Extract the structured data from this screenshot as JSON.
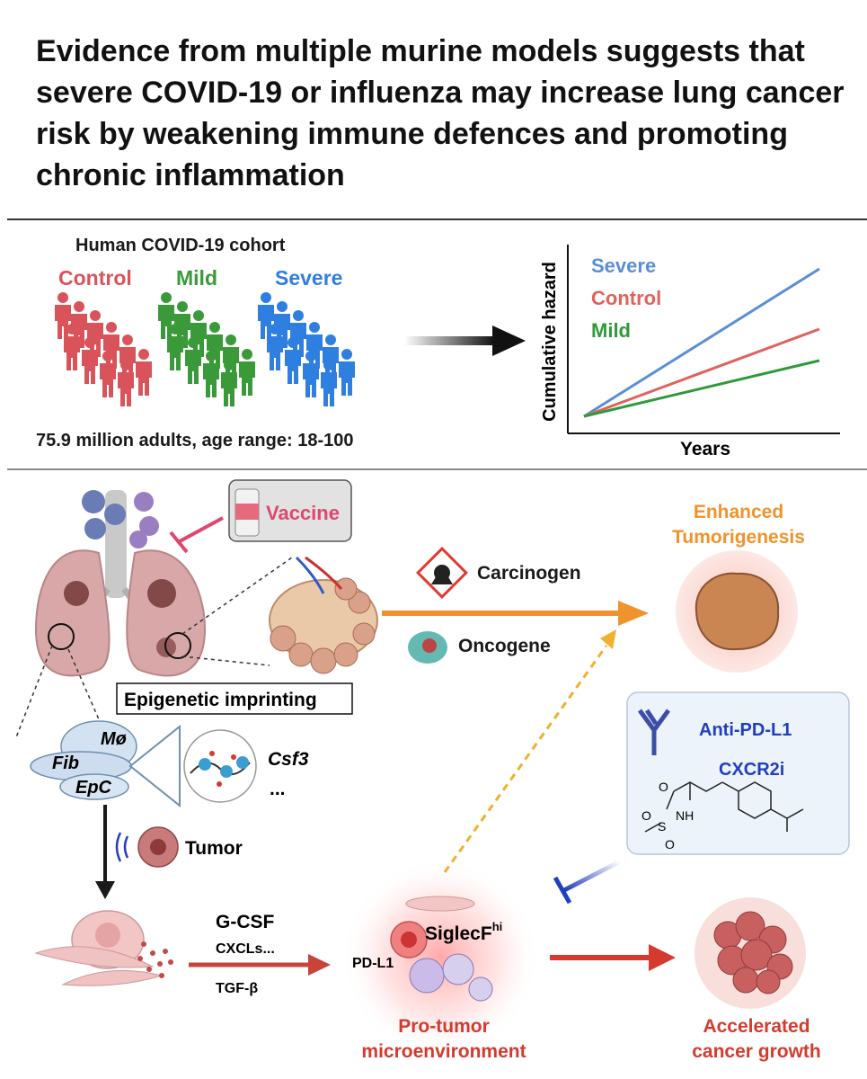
{
  "headline": "Evidence from multiple murine models suggests that severe COVID-19 or influenza may increase lung cancer risk by weakening immune defences and promoting chronic inflammation",
  "cohort": {
    "title": "Human COVID-19 cohort",
    "groups": [
      {
        "label": "Control",
        "color": "#d9545a"
      },
      {
        "label": "Mild",
        "color": "#3a9a3a"
      },
      {
        "label": "Severe",
        "color": "#2f7fe0"
      }
    ],
    "caption": "75.9 million adults, age range: 18-100"
  },
  "hazard_plot": {
    "ylabel": "Cumulative hazard",
    "xlabel": "Years",
    "legend": [
      {
        "label": "Severe",
        "color": "#5a8ed6"
      },
      {
        "label": "Control",
        "color": "#e0625d"
      },
      {
        "label": "Mild",
        "color": "#2e9a3a"
      }
    ]
  },
  "mechanism": {
    "vaccine": "Vaccine",
    "enhanced_tumorigenesis": "Enhanced Tumorigenesis",
    "carcinogen": "Carcinogen",
    "oncogene": "Oncogene",
    "epigenetic": "Epigenetic imprinting",
    "mo": "Mø",
    "fib": "Fib",
    "epc": "EpC",
    "csf3": "Csf3",
    "ellipsis": "...",
    "tumor": "Tumor",
    "anti_pdl1": "Anti-PD-L1",
    "cxcr2i": "CXCR2i",
    "gcsf": "G-CSF",
    "cxcls": "CXCLs...",
    "tgfb": "TGF-β",
    "siglec_main": "SiglecF",
    "siglec_sup": "hi",
    "pdl1": "PD-L1",
    "protumor": "Pro-tumor microenvironment",
    "accelerated": "Accelerated cancer growth",
    "chem_o": "O",
    "chem_nh": "NH",
    "chem_s": "S",
    "chem_o2": "O",
    "chem_o3": "O"
  },
  "colors": {
    "orange": "#f0932b",
    "red": "#d43a2e",
    "blue_text": "#1f3fbf",
    "pink": "#e0466e"
  }
}
